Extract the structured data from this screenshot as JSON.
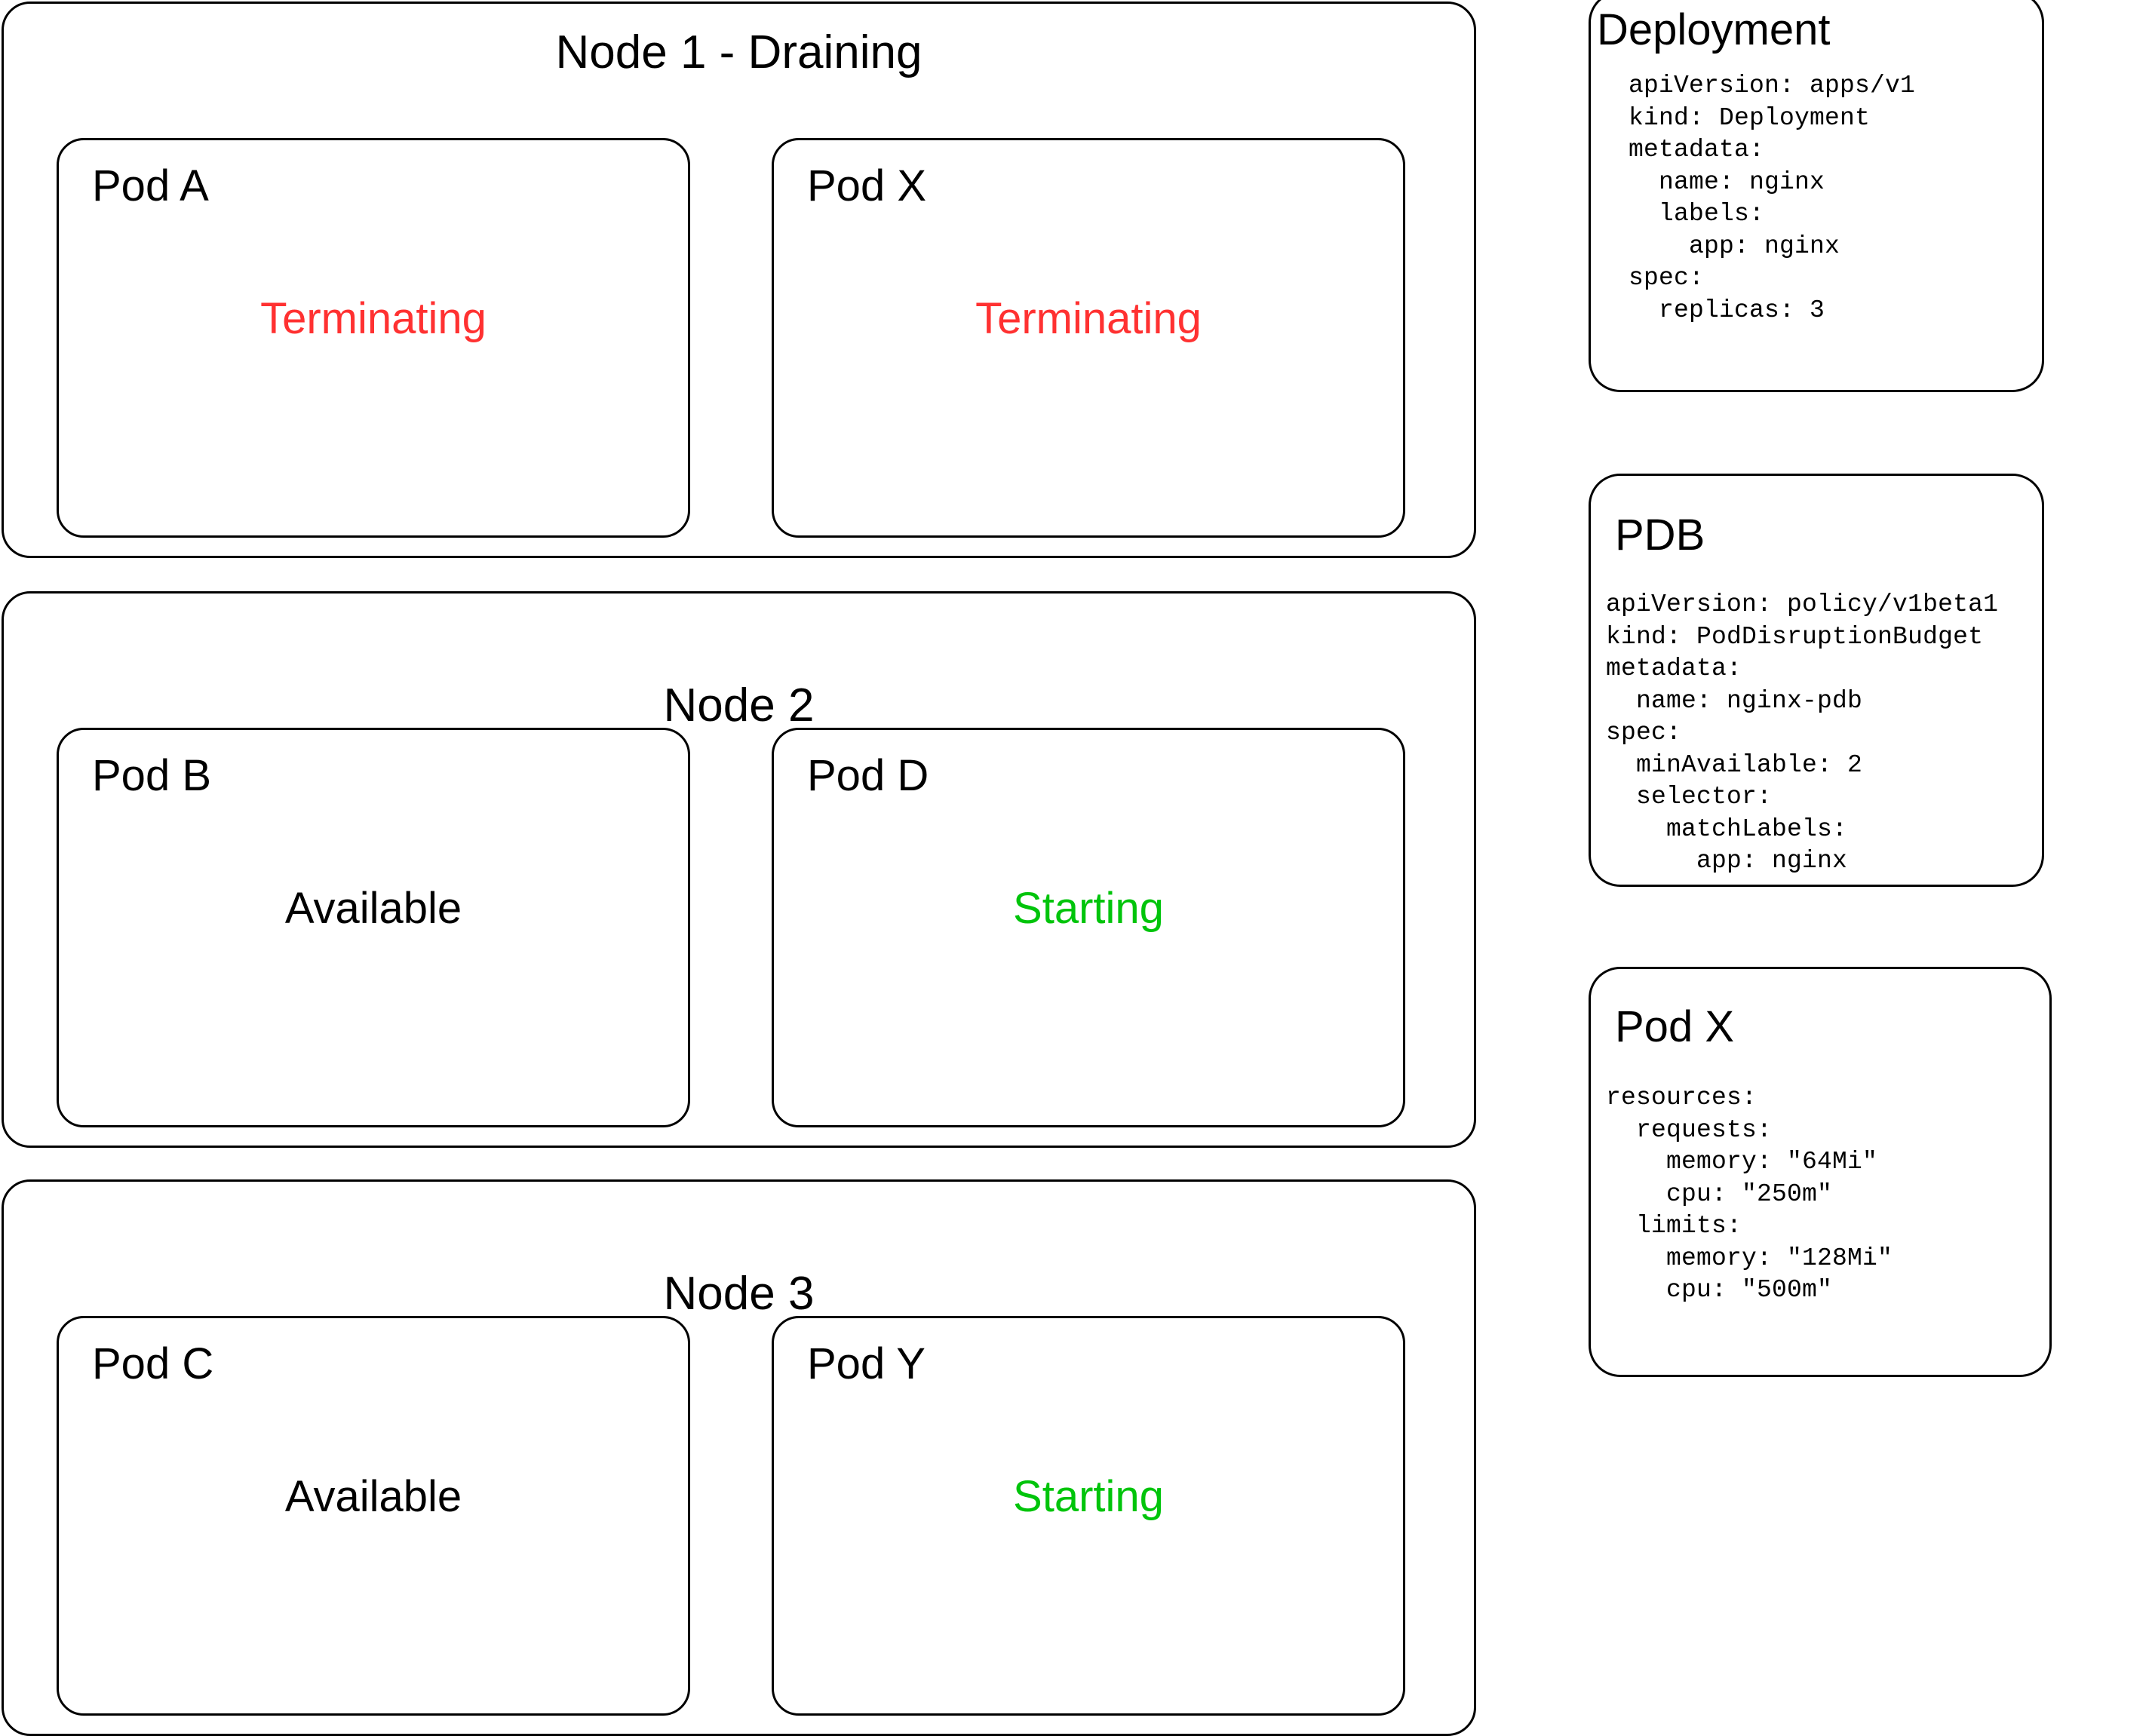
{
  "nodes": [
    {
      "title": "Node 1 - Draining",
      "pods": [
        {
          "label": "Pod A",
          "status": "Terminating",
          "status_color": "#ff3131",
          "state": "terminating"
        },
        {
          "label": "Pod X",
          "status": "Terminating",
          "status_color": "#ff3131",
          "state": "terminating"
        }
      ]
    },
    {
      "title": "Node 2",
      "pods": [
        {
          "label": "Pod B",
          "status": "Available",
          "status_color": "#000000",
          "state": "available"
        },
        {
          "label": "Pod D",
          "status": "Starting",
          "status_color": "#00c40b",
          "state": "starting"
        }
      ]
    },
    {
      "title": "Node 3",
      "pods": [
        {
          "label": "Pod C",
          "status": "Available",
          "status_color": "#000000",
          "state": "available"
        },
        {
          "label": "Pod Y",
          "status": "Starting",
          "status_color": "#00c40b",
          "state": "starting"
        }
      ]
    }
  ],
  "panels": [
    {
      "title": "Deployment",
      "code": "apiVersion: apps/v1\nkind: Deployment\nmetadata:\n  name: nginx\n  labels:\n    app: nginx\nspec:\n  replicas: 3"
    },
    {
      "title": "PDB",
      "code": "apiVersion: policy/v1beta1\nkind: PodDisruptionBudget\nmetadata:\n  name: nginx-pdb\nspec:\n  minAvailable: 2\n  selector:\n    matchLabels:\n      app: nginx"
    },
    {
      "title": "Pod X",
      "code": "resources:\n  requests:\n    memory: \"64Mi\"\n    cpu: \"250m\"\n  limits:\n    memory: \"128Mi\"\n    cpu: \"500m\""
    }
  ],
  "colors": {
    "terminating": "#ff3131",
    "starting": "#00c40b",
    "available": "#000000",
    "border": "#000000",
    "background": "#ffffff"
  }
}
